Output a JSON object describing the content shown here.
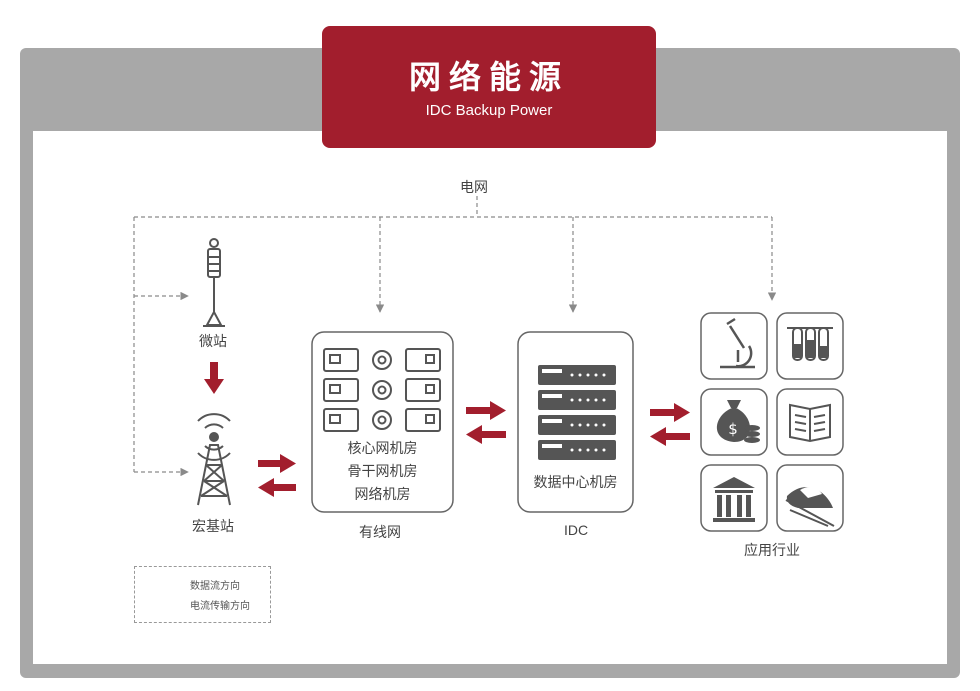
{
  "banner": {
    "title": "网络能源",
    "subtitle": "IDC Backup Power"
  },
  "labels": {
    "grid": "电网",
    "micro_station": "微站",
    "macro_station": "宏基站",
    "wired_network": "有线网",
    "idc": "IDC",
    "applications": "应用行业"
  },
  "wired_box_lines": [
    "核心网机房",
    "骨干网机房",
    "网络机房"
  ],
  "idc_box_text": "数据中心机房",
  "legend": {
    "data_flow": "数据流方向",
    "power_flow": "电流传输方向"
  },
  "icons": [
    "microscope-icon",
    "test-tubes-icon",
    "money-bag-icon",
    "open-book-icon",
    "bank-building-icon",
    "high-speed-train-icon"
  ],
  "colors": {
    "brand_red": "#a21e2d",
    "frame_gray": "#a8a8a8",
    "line_gray": "#8a8a8a",
    "icon_dark": "#555555"
  }
}
